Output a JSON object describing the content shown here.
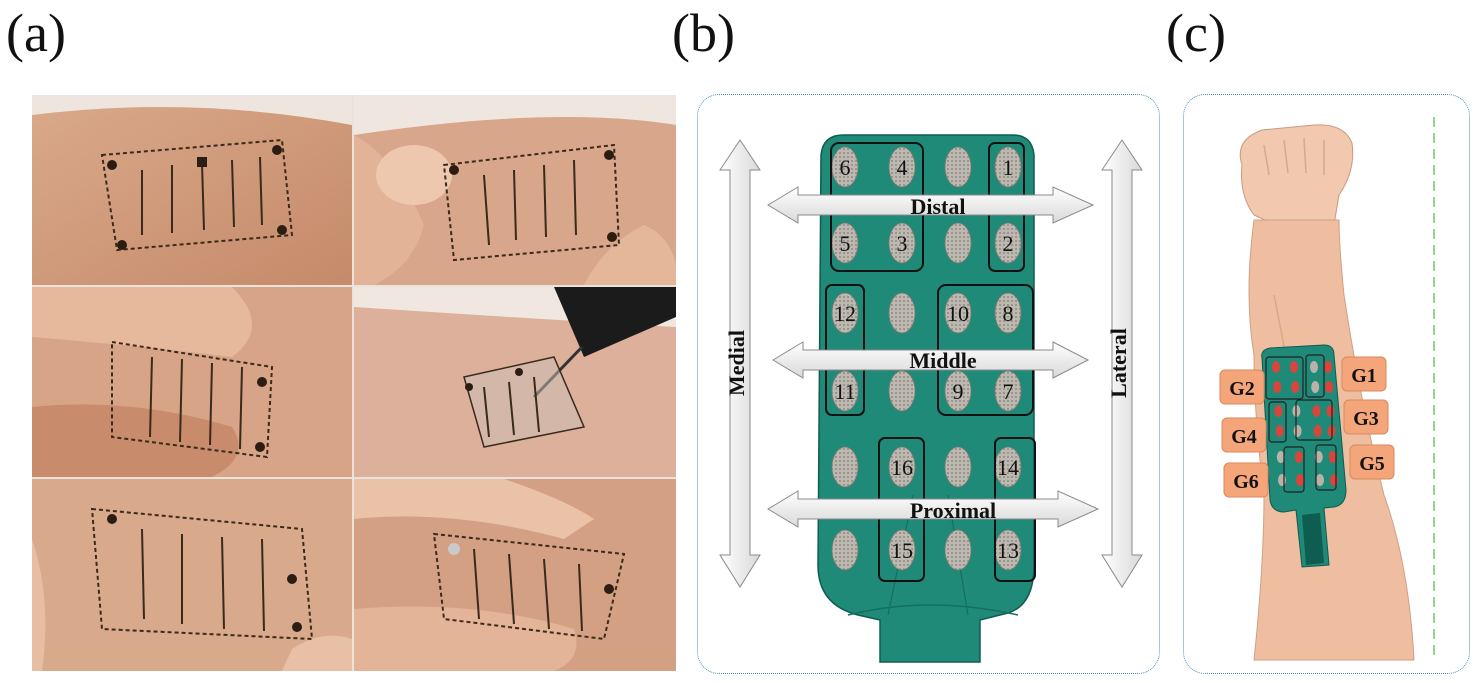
{
  "panel_labels": {
    "a": "(a)",
    "b": "(b)",
    "c": "(c)"
  },
  "panel_b": {
    "arrows": {
      "distal": "Distal",
      "middle": "Middle",
      "proximal": "Proximal",
      "medial": "Medial",
      "lateral": "Lateral"
    },
    "electrodes": [
      "1",
      "2",
      "3",
      "4",
      "5",
      "6",
      "7",
      "8",
      "9",
      "10",
      "11",
      "12",
      "13",
      "14",
      "15",
      "16"
    ],
    "pad_color": "#1f8a78"
  },
  "panel_c": {
    "groups": [
      "G1",
      "G2",
      "G3",
      "G4",
      "G5",
      "G6"
    ],
    "tag_color": "#f4a57a"
  }
}
